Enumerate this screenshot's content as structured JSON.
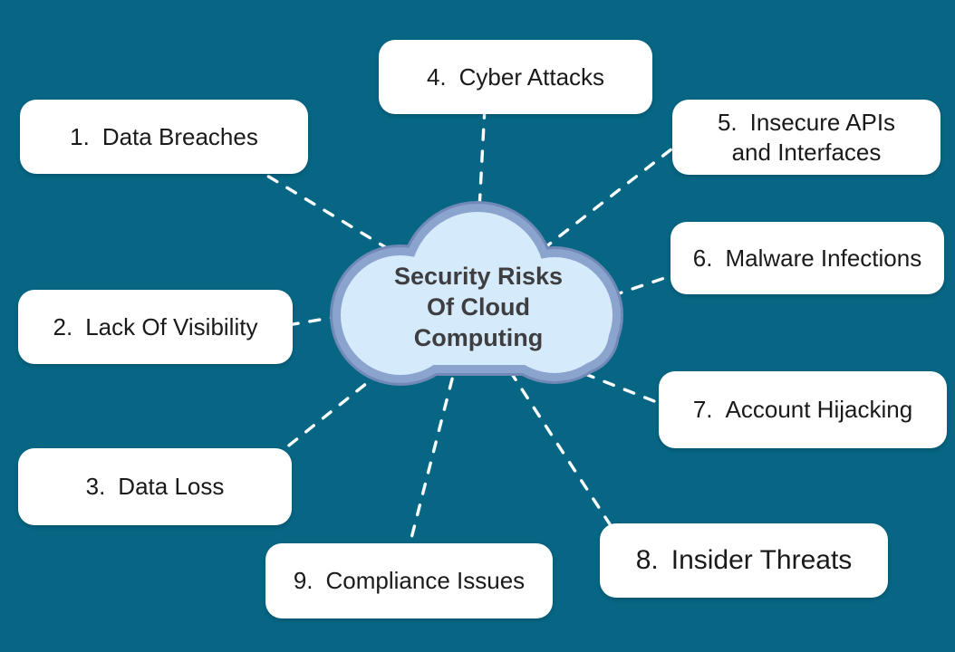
{
  "title": {
    "text": "Security Risks Of Cloud Computing",
    "lines": [
      "Security Risks",
      "Of Cloud",
      "Computing"
    ]
  },
  "nodes": [
    {
      "number": "1.",
      "label": "Data Breaches"
    },
    {
      "number": "2.",
      "label": "Lack Of Visibility"
    },
    {
      "number": "3.",
      "label": "Data Loss"
    },
    {
      "number": "4.",
      "label": "Cyber Attacks"
    },
    {
      "number": "5.",
      "label": "Insecure APIs and Interfaces",
      "lines": [
        "Insecure APIs",
        "and Interfaces"
      ]
    },
    {
      "number": "6.",
      "label": "Malware Infections"
    },
    {
      "number": "7.",
      "label": "Account Hijacking"
    },
    {
      "number": "8.",
      "label": "Insider Threats"
    },
    {
      "number": "9.",
      "label": "Compliance Issues"
    }
  ],
  "colors": {
    "background": "#066684",
    "node_bg": "#ffffff",
    "node_text": "#1a1a1a",
    "cloud_fill": "#d5eafb",
    "cloud_border": "#8ba4ce",
    "cloud_border_outer": "#7289b8",
    "cloud_text": "#3e3e41",
    "connector": "#fdfeff"
  }
}
